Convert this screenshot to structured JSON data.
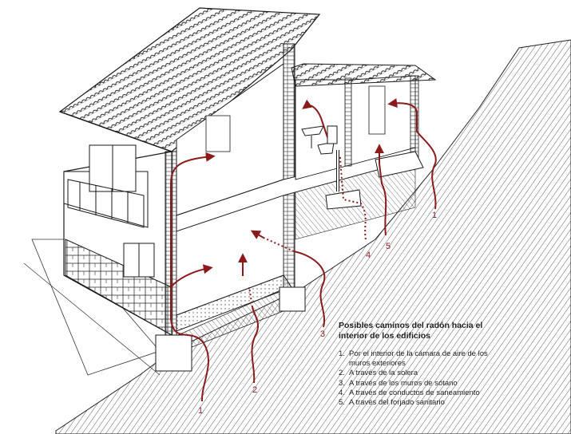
{
  "legend": {
    "title": "Posibles caminos del radón hacia el interior de los edificios",
    "items": [
      {
        "num": "1.",
        "text": "Por el interior de la cámara de aire de los muros exteriores"
      },
      {
        "num": "2.",
        "text": "A través de la solera"
      },
      {
        "num": "3.",
        "text": "A través de los muros de sótano"
      },
      {
        "num": "4.",
        "text": "A través de conductos de saneamiento"
      },
      {
        "num": "5.",
        "text": "A través del forjado sanitario"
      }
    ]
  },
  "labels": {
    "path1_left": "1",
    "path1_right": "1",
    "path2": "2",
    "path3": "3",
    "path4": "4",
    "path5": "5"
  },
  "colors": {
    "ink": "#1a1a1a",
    "radon_path": "#8b1a1a",
    "paper": "#ffffff"
  },
  "icons": [
    "house-cutaway-illustration",
    "radon-path-arrow"
  ]
}
